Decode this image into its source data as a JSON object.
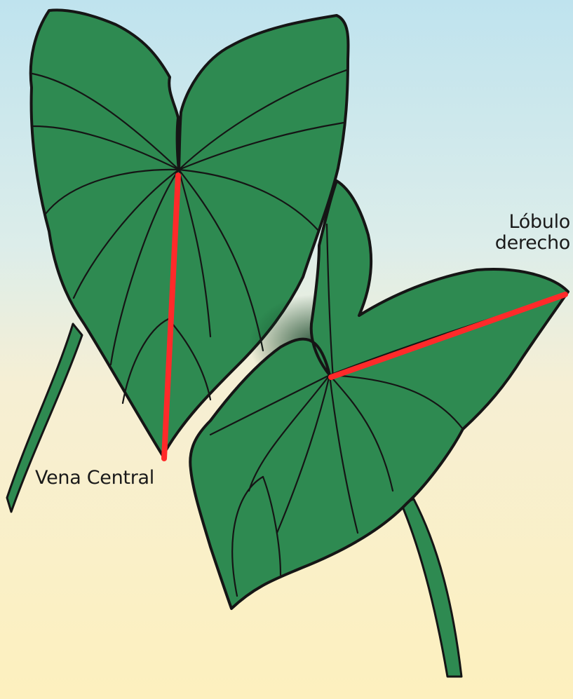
{
  "labels": {
    "midrib": "Vena Central",
    "right_lobe_line1": "Lóbulo",
    "right_lobe_line2": "derecho"
  },
  "colors": {
    "sky_top": "#bfe3ee",
    "sky_bottom": "#fdf0be",
    "leaf_fill": "#2e8a51",
    "leaf_outline": "#151515",
    "highlight_line": "#ff2a2a"
  }
}
